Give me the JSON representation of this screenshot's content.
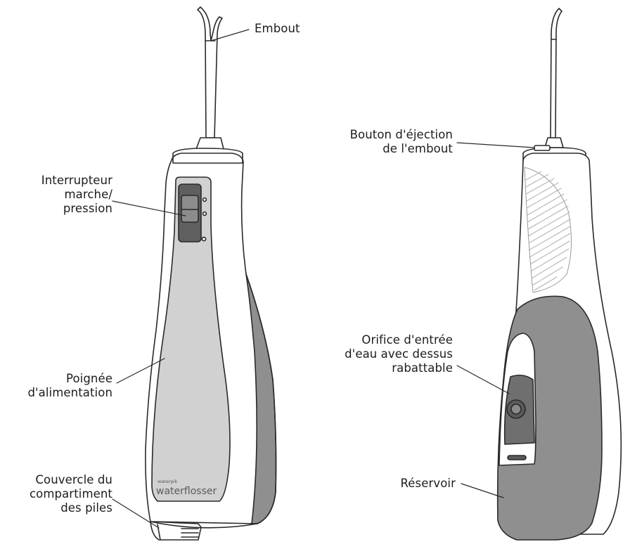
{
  "labels": {
    "embout": "Embout",
    "interrupteur": [
      "Interrupteur",
      "marche/",
      "pression"
    ],
    "poignee": [
      "Poignée",
      "d'alimentation"
    ],
    "couvercle": [
      "Couvercle du",
      "compartiment",
      "des piles"
    ],
    "bouton": [
      "Bouton d'éjection",
      "de l'embout"
    ],
    "orifice": [
      "Orifice d'entrée",
      "d'eau avec dessus",
      "rabattable"
    ],
    "reservoir": "Réservoir"
  },
  "brand": [
    "waterpik",
    "waterflosser"
  ],
  "colors": {
    "line": "#2a2a2a",
    "panel": "#cfcfcf",
    "dark": "#8f8f8f",
    "darker": "#6e6e6e"
  }
}
